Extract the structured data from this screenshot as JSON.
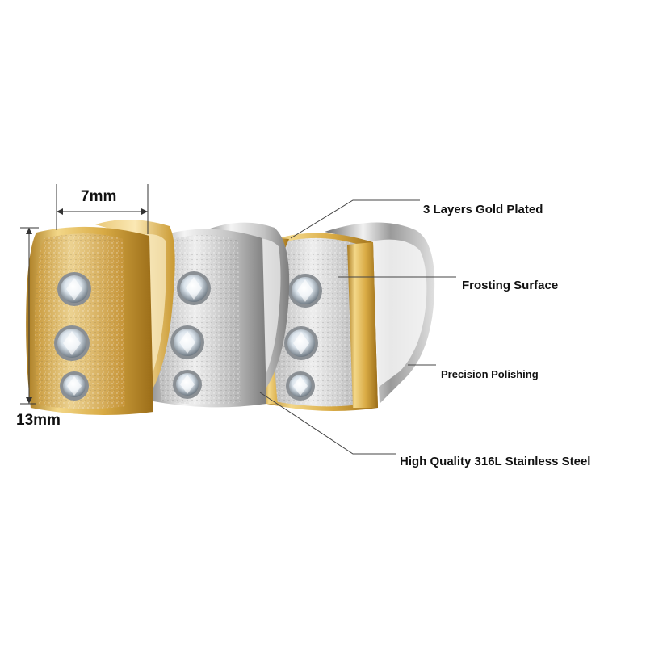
{
  "dimensions": {
    "width_label": "7mm",
    "height_label": "13mm"
  },
  "features": {
    "gold_plated": "3 Layers Gold Plated",
    "frosting": "Frosting Surface",
    "polishing": "Precision Polishing",
    "steel": "High Quality 316L Stainless Steel"
  },
  "colors": {
    "gold": "#d4a53c",
    "gold_light": "#f2d889",
    "silver": "#c9c9c9",
    "silver_light": "#f2f2f2",
    "crystal": "#e6eef5",
    "text": "#111111"
  },
  "products": [
    "gold-hoop-earring",
    "silver-hoop-earring",
    "gold-silver-hoop-earring"
  ]
}
